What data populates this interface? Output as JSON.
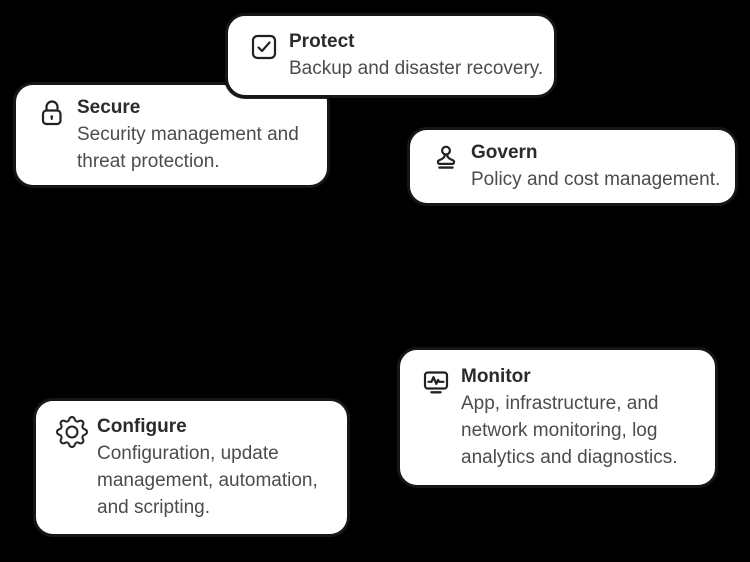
{
  "background_color": "#000000",
  "card_style": {
    "background": "#ffffff",
    "border_color": "#161616",
    "title_color": "#2b2b2b",
    "description_color": "#4c4c4c"
  },
  "cards": [
    {
      "id": "protect",
      "icon": "checkbox-check-icon",
      "title": "Protect",
      "desc_lines": [
        "Backup and disaster recovery."
      ]
    },
    {
      "id": "secure",
      "icon": "lock-icon",
      "title": "Secure",
      "desc_lines": [
        "Security management and",
        "threat protection."
      ]
    },
    {
      "id": "govern",
      "icon": "stamp-icon",
      "title": "Govern",
      "desc_lines": [
        "Policy and cost management."
      ]
    },
    {
      "id": "monitor",
      "icon": "monitor-pulse-icon",
      "title": "Monitor",
      "desc_lines": [
        "App, infrastructure, and",
        "network monitoring, log",
        "analytics and diagnostics."
      ]
    },
    {
      "id": "configure",
      "icon": "gear-icon",
      "title": "Configure",
      "desc_lines": [
        "Configuration, update",
        "management, automation,",
        "and scripting."
      ]
    }
  ]
}
